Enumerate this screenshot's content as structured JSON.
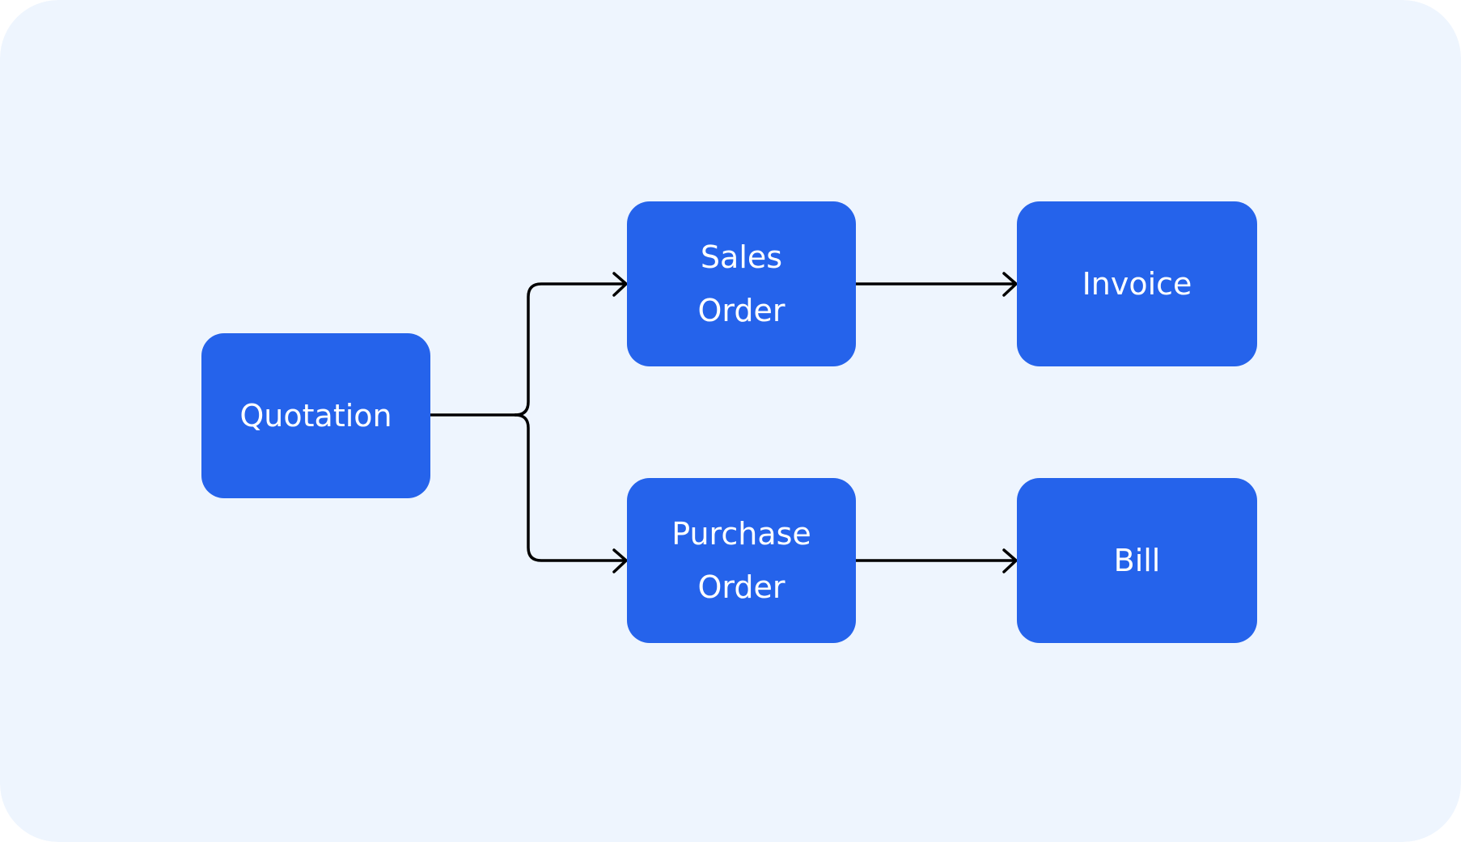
{
  "colors": {
    "background": "#EEF5FE",
    "node_fill": "#2563EB",
    "node_text": "#FFFFFF",
    "connector": "#000000"
  },
  "nodes": {
    "quotation": {
      "label": "Quotation"
    },
    "sales_order": {
      "label": "Sales Order"
    },
    "purchase_order": {
      "label": "Purchase Order"
    },
    "invoice": {
      "label": "Invoice"
    },
    "bill": {
      "label": "Bill"
    }
  },
  "edges": [
    {
      "from": "quotation",
      "to": "sales_order"
    },
    {
      "from": "quotation",
      "to": "purchase_order"
    },
    {
      "from": "sales_order",
      "to": "invoice"
    },
    {
      "from": "purchase_order",
      "to": "bill"
    }
  ]
}
